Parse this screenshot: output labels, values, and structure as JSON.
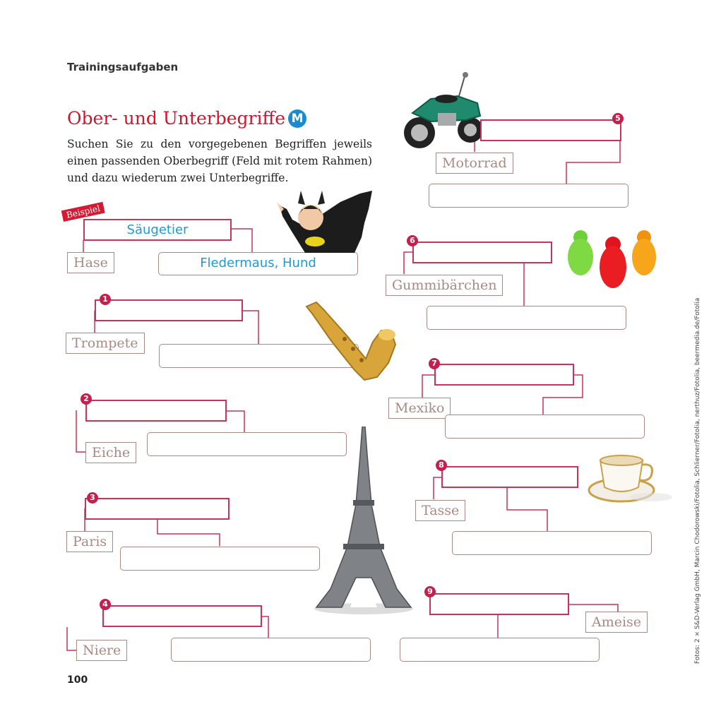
{
  "header": {
    "section_label": "Trainingsaufgaben",
    "title": "Ober- und Unterbegriffe",
    "badge": "M",
    "intro": "Suchen Sie zu den vorgegebenen Begriffen jeweils einen passenden Oberbegriff (Feld mit rotem Rahmen) und dazu wiederum zwei Unterbegriffe."
  },
  "example": {
    "tag": "Beispiel",
    "given": "Hase",
    "oberbegriff": "Säugetier",
    "unterbegriffe": "Fledermaus, Hund"
  },
  "exercises": [
    {
      "number": "1",
      "given": "Trompete"
    },
    {
      "number": "2",
      "given": "Eiche"
    },
    {
      "number": "3",
      "given": "Paris"
    },
    {
      "number": "4",
      "given": "Niere"
    },
    {
      "number": "5",
      "given": "Motorrad"
    },
    {
      "number": "6",
      "given": "Gummibärchen"
    },
    {
      "number": "7",
      "given": "Mexiko"
    },
    {
      "number": "8",
      "given": "Tasse"
    },
    {
      "number": "9",
      "given": "Ameise"
    }
  ],
  "page_number": "100",
  "photo_credits": "Fotos: 2 × S&D-Verlag GmbH, Marcin Chodorowski/Fotolia, Schlierner/Fotolia, nerthuz/Fotolia, beermedia.de/Fotolia",
  "colors": {
    "title_red": "#d0142c",
    "frame_red": "#c7335a",
    "frame_grey": "#a88a85",
    "answer_blue": "#1d9bd6",
    "badge_blue": "#1a8bd2"
  }
}
